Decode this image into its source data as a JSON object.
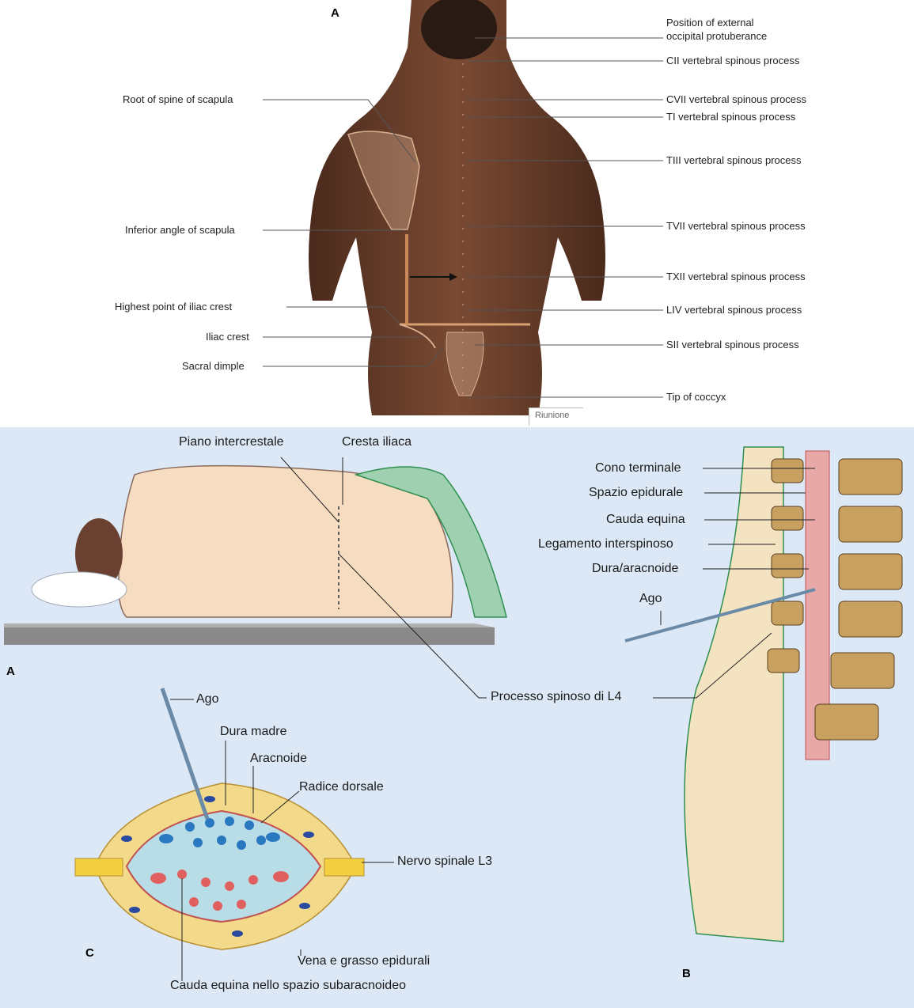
{
  "panel_top": {
    "letter": "A",
    "labels_right": [
      "Position of external",
      "occipital protuberance",
      "CII vertebral spinous process",
      "CVII vertebral spinous process",
      "TI vertebral spinous process",
      "TIII vertebral spinous process",
      "TVII vertebral spinous process",
      "TXII vertebral spinous process",
      "LIV vertebral spinous process",
      "SII vertebral spinous process",
      "Tip of coccyx"
    ],
    "labels_left": [
      "Root of spine of scapula",
      "Inferior angle of scapula",
      "Highest point of iliac crest",
      "Iliac crest",
      "Sacral dimple"
    ],
    "caption": "Riunione"
  },
  "panel_bottom": {
    "letter_a": "A",
    "letter_b": "B",
    "letter_c": "C",
    "labels_a": [
      "Piano intercrestale",
      "Cresta iliaca",
      "Processo spinoso di L4"
    ],
    "labels_b": [
      "Cono terminale",
      "Spazio epidurale",
      "Cauda equina",
      "Legamento interspinoso",
      "Dura/aracnoide",
      "Ago"
    ],
    "labels_c": [
      "Ago",
      "Dura madre",
      "Aracnoide",
      "Radice dorsale",
      "Nervo spinale L3",
      "Vena e grasso epidurali",
      "Cauda equina nello spazio subaracnoideo"
    ]
  },
  "colors": {
    "skin": "#6b3f2a",
    "bottom_bg": "#dce8f6",
    "body_fill": "#f6dcc0",
    "drape": "#9fd0b0",
    "fat": "#f3d98a",
    "csf": "#b8dde6",
    "root_blue": "#2a78c0",
    "root_red": "#e06060"
  }
}
